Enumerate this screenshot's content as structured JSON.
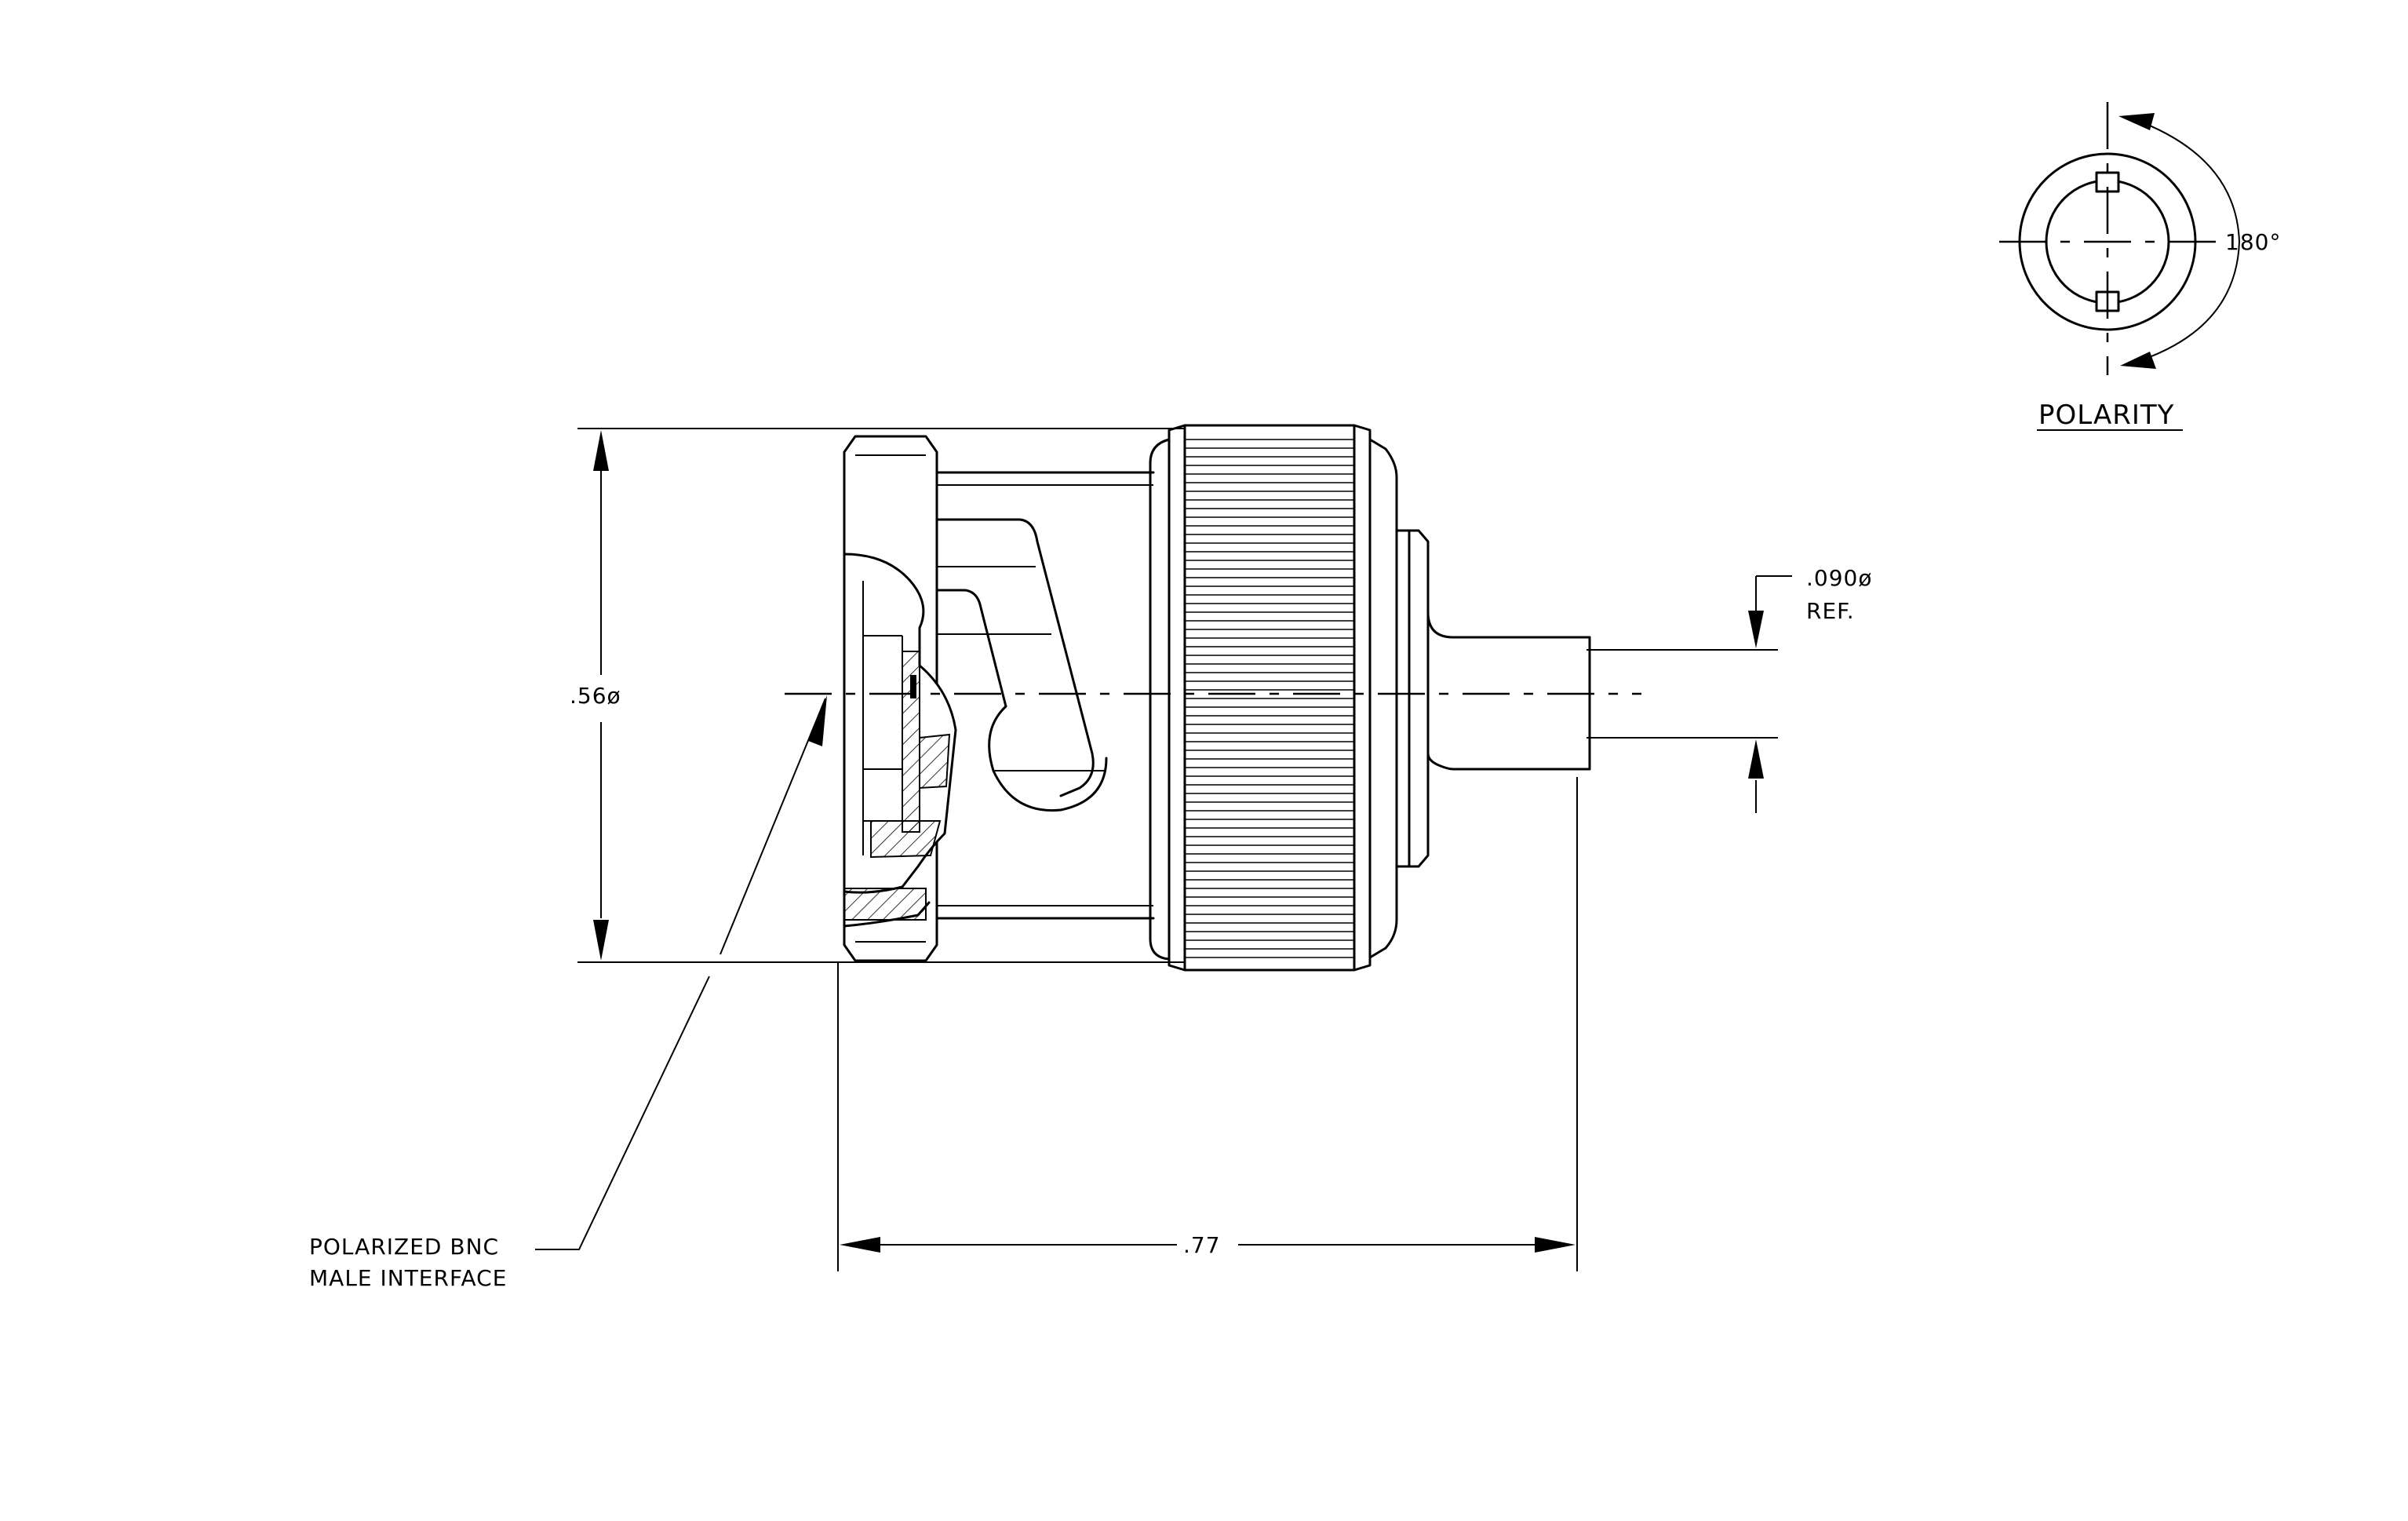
{
  "dimensions": {
    "diameter_056": ".56ø",
    "length_077": ".77",
    "pin_diameter_line1": ".090ø",
    "pin_diameter_line2": "REF.",
    "angle": "180°"
  },
  "callouts": {
    "interface_line1": "POLARIZED BNC",
    "interface_line2": "MALE INTERFACE"
  },
  "polarity": {
    "title": "POLARITY"
  }
}
